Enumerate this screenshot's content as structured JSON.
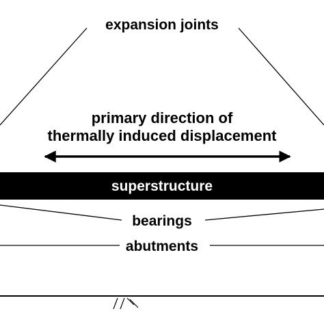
{
  "labels": {
    "expansion_joints": "expansion joints",
    "direction_line1": "primary direction of",
    "direction_line2": "thermally induced displacement",
    "superstructure": "superstructure",
    "bearings": "bearings",
    "abutments": "abutments"
  },
  "colors": {
    "ink": "#000000",
    "background": "#ffffff",
    "superstructure_text": "#ffffff"
  }
}
